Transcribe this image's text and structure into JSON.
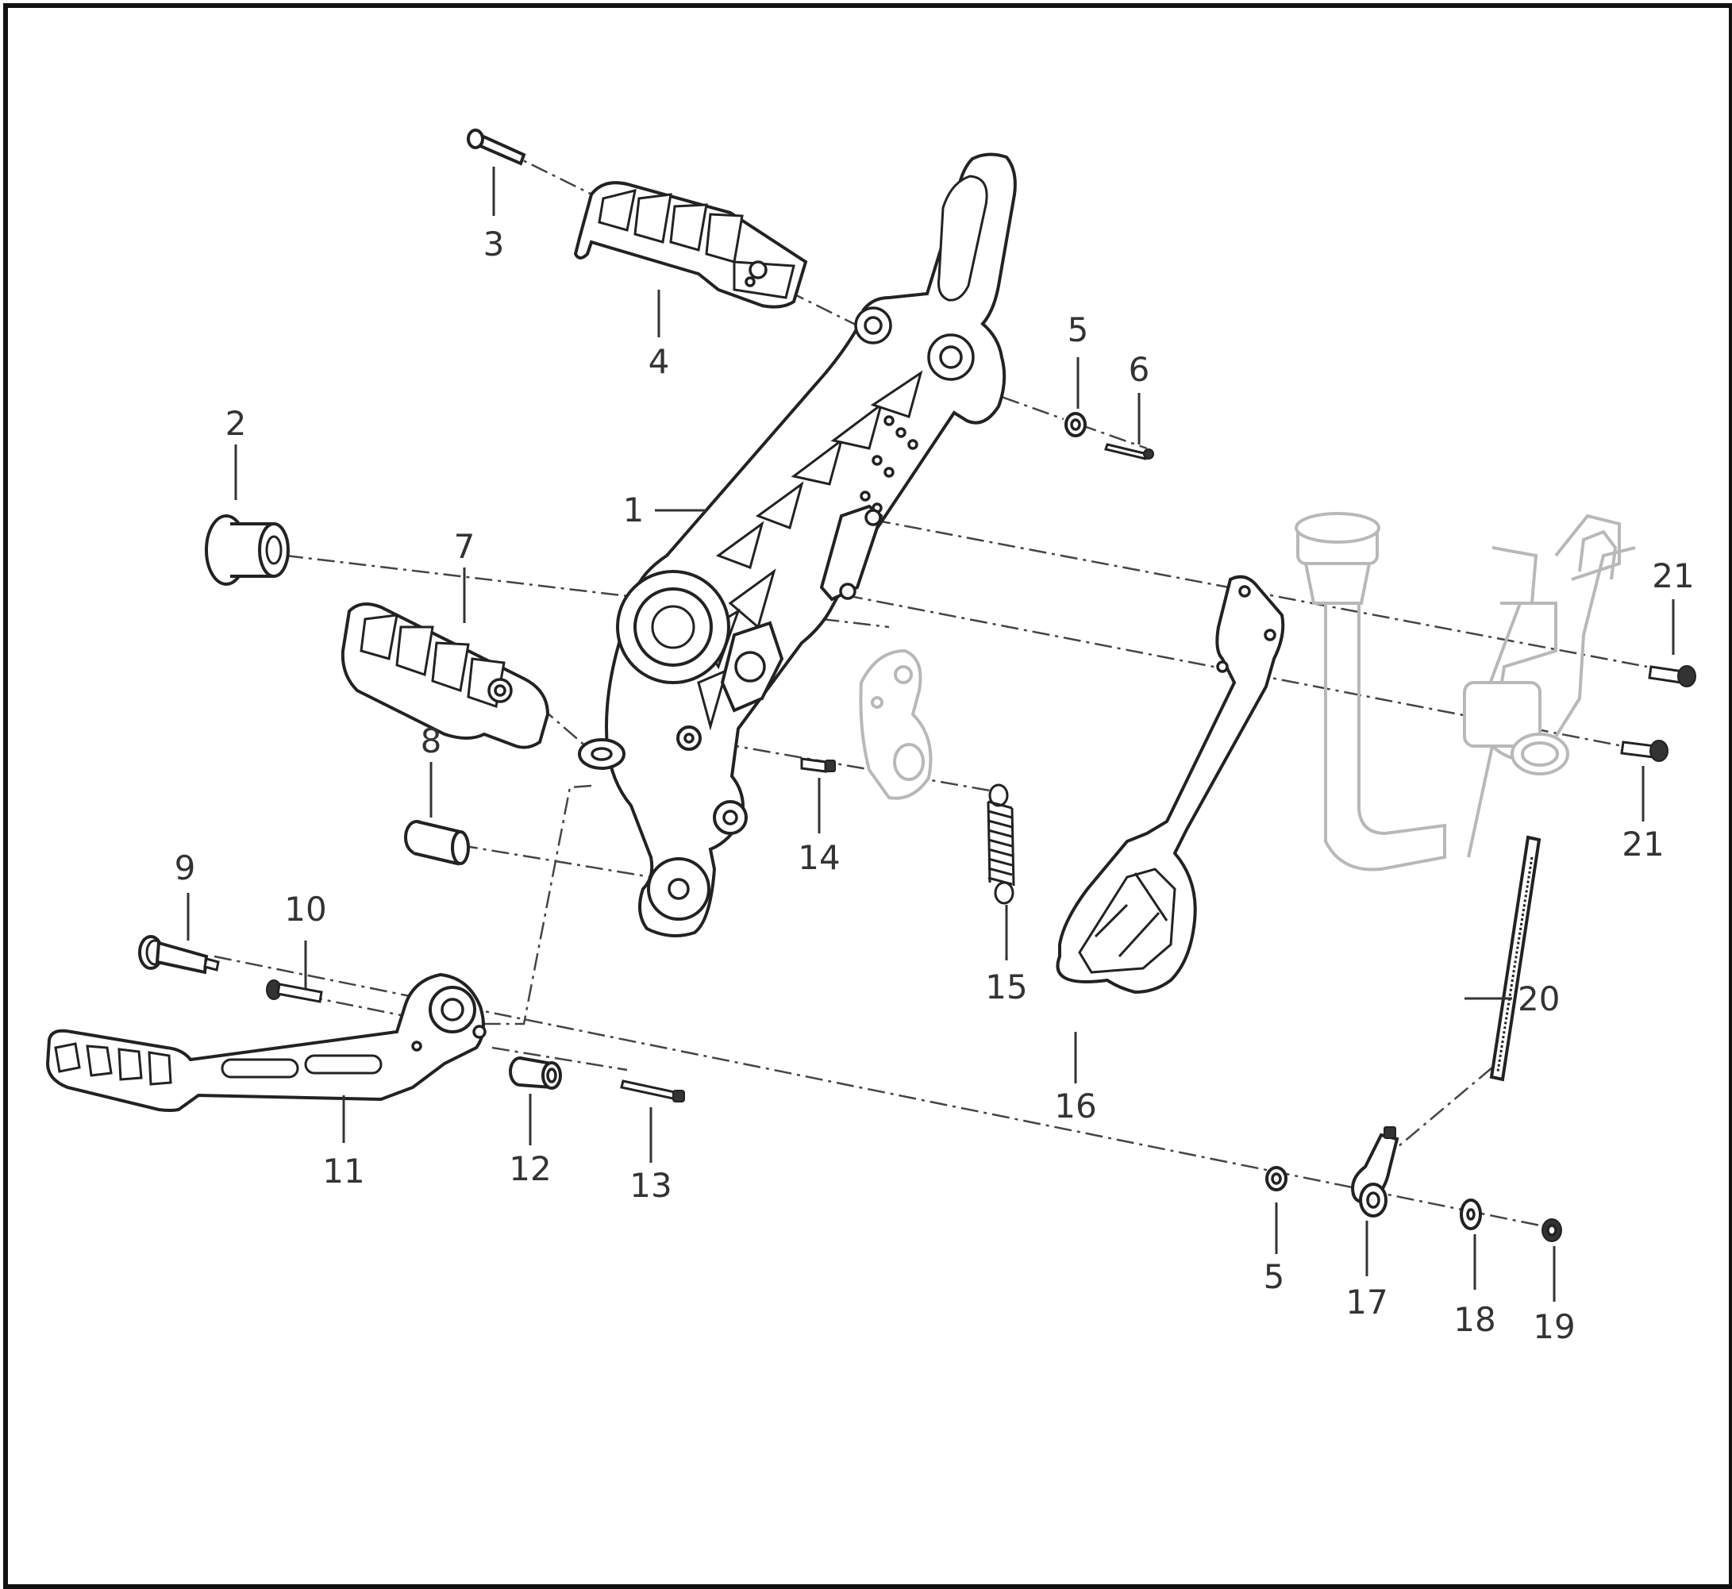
{
  "diagram": {
    "callouts": {
      "c1": "1",
      "c2": "2",
      "c3": "3",
      "c4": "4",
      "c5a": "5",
      "c5b": "5",
      "c6": "6",
      "c7": "7",
      "c8": "8",
      "c9": "9",
      "c10": "10",
      "c11": "11",
      "c12": "12",
      "c13": "13",
      "c14": "14",
      "c15": "15",
      "c16": "16",
      "c17": "17",
      "c18": "18",
      "c19": "19",
      "c20": "20",
      "c21a": "21",
      "c21b": "21"
    }
  }
}
